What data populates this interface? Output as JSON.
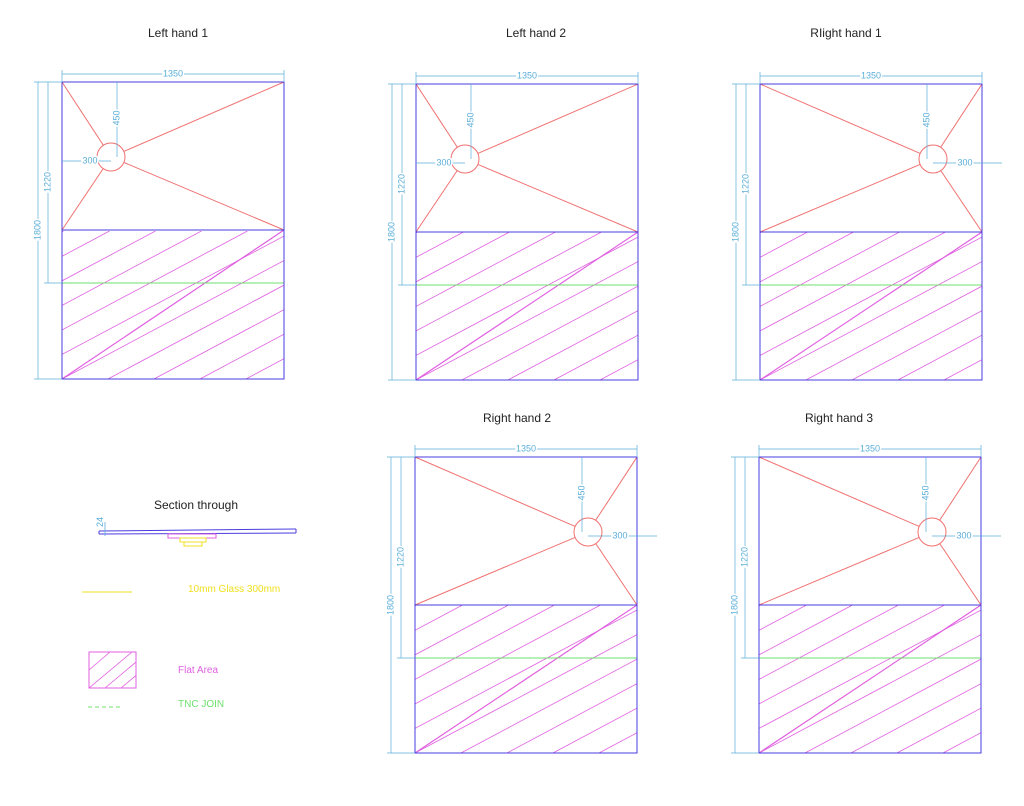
{
  "plans": [
    {
      "id": "left-hand-1",
      "title": "Left hand 1",
      "drain": "left",
      "dims": {
        "width": "1350",
        "depth": "1800",
        "slope_depth": "1220",
        "drain_y": "450",
        "drain_x": "300"
      }
    },
    {
      "id": "left-hand-2",
      "title": "Left hand 2",
      "drain": "left",
      "dims": {
        "width": "1350",
        "depth": "1800",
        "slope_depth": "1220",
        "drain_y": "450",
        "drain_x": "300"
      }
    },
    {
      "id": "right-hand-1",
      "title": "RIight hand 1",
      "drain": "right",
      "dims": {
        "width": "1350",
        "depth": "1800",
        "slope_depth": "1220",
        "drain_y": "450",
        "drain_x": "300"
      }
    },
    {
      "id": "right-hand-2",
      "title": "Right hand 2",
      "drain": "right",
      "dims": {
        "width": "1350",
        "depth": "1800",
        "slope_depth": "1220",
        "drain_y": "450",
        "drain_x": "300"
      }
    },
    {
      "id": "right-hand-3",
      "title": "Right hand 3",
      "drain": "right",
      "dims": {
        "width": "1350",
        "depth": "1800",
        "slope_depth": "1220",
        "drain_y": "450",
        "drain_x": "300"
      }
    }
  ],
  "section": {
    "title": "Section through",
    "dim": "24"
  },
  "legend": {
    "glass": "10mm Glass 300mm",
    "flat": "Flat Area",
    "join": "TNC JOIN"
  },
  "colors": {
    "outline": "#4a3de0",
    "slope": "#f07070",
    "hatch": "#e060e0",
    "dimension": "#5aaed9",
    "join": "#6ee06e",
    "glass": "#f0e020"
  }
}
